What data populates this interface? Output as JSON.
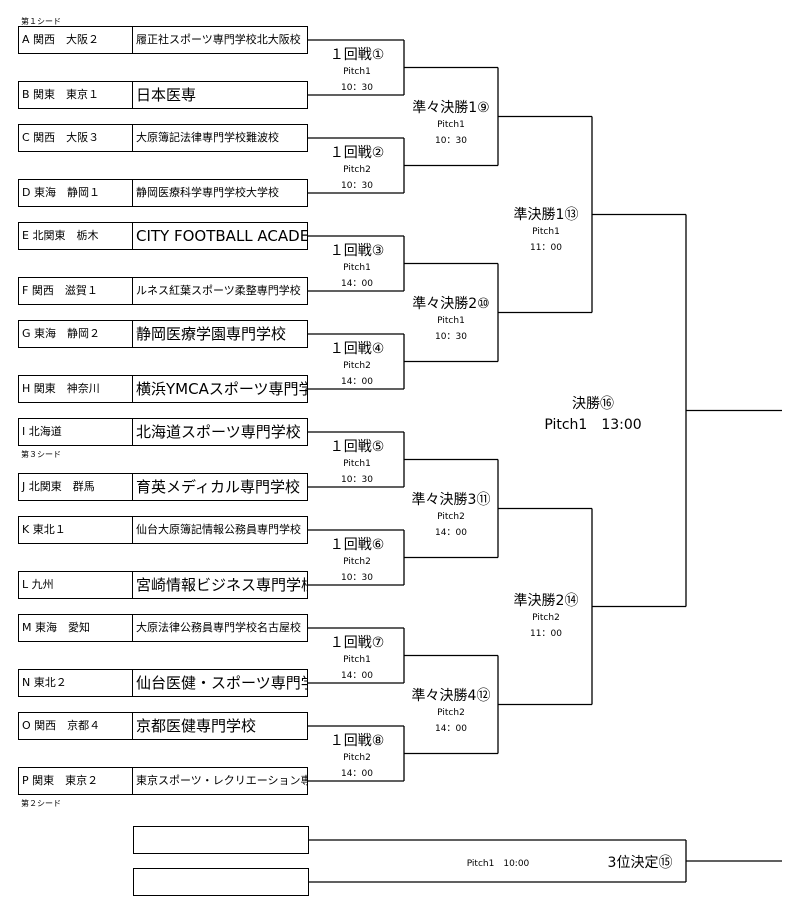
{
  "seeds": {
    "first": "第１シード",
    "third": "第３シード",
    "second": "第２シード"
  },
  "teams": [
    {
      "code": "A 関西　大阪２",
      "name": "履正社スポーツ専門学校北大阪校",
      "small": true
    },
    {
      "code": "B 関東　東京１",
      "name": "日本医専",
      "small": false
    },
    {
      "code": "C 関西　大阪３",
      "name": "大原簿記法律専門学校難波校",
      "small": true
    },
    {
      "code": "D 東海　静岡１",
      "name": "静岡医療科学専門学校大学校",
      "small": true
    },
    {
      "code": "E 北関東　栃木",
      "name": "CITY FOOTBALL ACADEMY",
      "small": false
    },
    {
      "code": "F 関西　滋賀１",
      "name": "ルネス紅葉スポーツ柔整専門学校",
      "small": true
    },
    {
      "code": "G 東海　静岡２",
      "name": "静岡医療学園専門学校",
      "small": false
    },
    {
      "code": "H 関東　神奈川",
      "name": "横浜YMCAスポーツ専門学校",
      "small": false
    },
    {
      "code": "I 北海道",
      "name": "北海道スポーツ専門学校",
      "small": false
    },
    {
      "code": "J 北関東　群馬",
      "name": "育英メディカル専門学校",
      "small": false
    },
    {
      "code": "K 東北１",
      "name": "仙台大原簿記情報公務員専門学校",
      "small": true
    },
    {
      "code": "L 九州",
      "name": "宮崎情報ビジネス専門学校",
      "small": false
    },
    {
      "code": "M 東海　愛知",
      "name": "大原法律公務員専門学校名古屋校",
      "small": true
    },
    {
      "code": "N 東北２",
      "name": "仙台医健・スポーツ専門学校",
      "small": false
    },
    {
      "code": "O 関西　京都４",
      "name": "京都医健専門学校",
      "small": false
    },
    {
      "code": "P 関東　東京２",
      "name": "東京スポーツ・レクリエーション専門学校",
      "small": true
    }
  ],
  "round1": [
    {
      "label": "１回戦①",
      "pitch": "Pitch1",
      "time": "10：30"
    },
    {
      "label": "１回戦②",
      "pitch": "Pitch2",
      "time": "10：30"
    },
    {
      "label": "１回戦③",
      "pitch": "Pitch1",
      "time": "14：00"
    },
    {
      "label": "１回戦④",
      "pitch": "Pitch2",
      "time": "14：00"
    },
    {
      "label": "１回戦⑤",
      "pitch": "Pitch1",
      "time": "10：30"
    },
    {
      "label": "１回戦⑥",
      "pitch": "Pitch2",
      "time": "10：30"
    },
    {
      "label": "１回戦⑦",
      "pitch": "Pitch1",
      "time": "14：00"
    },
    {
      "label": "１回戦⑧",
      "pitch": "Pitch2",
      "time": "14：00"
    }
  ],
  "quarter": [
    {
      "label": "準々決勝1⑨",
      "pitch": "Pitch1",
      "time": "10：30"
    },
    {
      "label": "準々決勝2⑩",
      "pitch": "Pitch1",
      "time": "10：30"
    },
    {
      "label": "準々決勝3⑪",
      "pitch": "Pitch2",
      "time": "14：00"
    },
    {
      "label": "準々決勝4⑫",
      "pitch": "Pitch2",
      "time": "14：00"
    }
  ],
  "semi": [
    {
      "label": "準決勝1⑬",
      "pitch": "Pitch1",
      "time": "11：00"
    },
    {
      "label": "準決勝2⑭",
      "pitch": "Pitch2",
      "time": "11：00"
    }
  ],
  "final": {
    "label": "決勝⑯",
    "detail": "Pitch1　13:00"
  },
  "third_place": {
    "label": "3位決定⑮",
    "detail": "Pitch1　10:00"
  }
}
